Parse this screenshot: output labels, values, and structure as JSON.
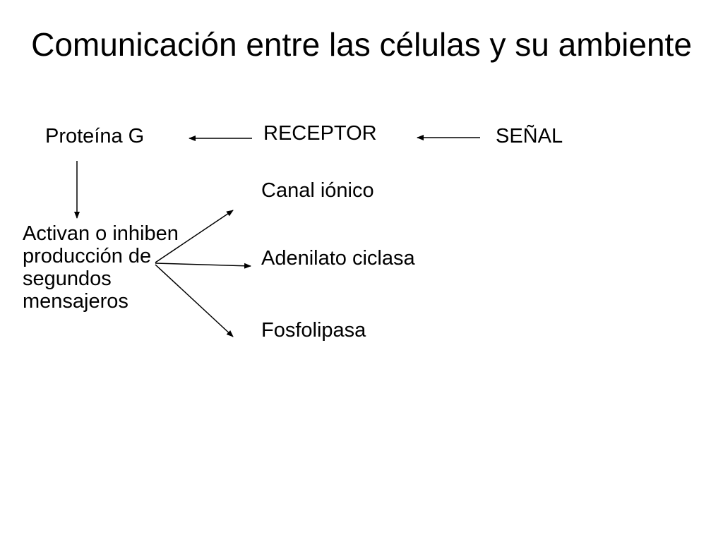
{
  "title": "Comunicación entre las células y su ambiente",
  "nodes": {
    "proteina_g": "Proteína G",
    "receptor": "RECEPTOR",
    "senal": "SEÑAL",
    "canal_ionico": "Canal iónico",
    "adenilato_ciclasa": "Adenilato ciclasa",
    "fosfolipasa": "Fosfolipasa",
    "activan": "Activan o inhiben producción de segundos mensajeros"
  },
  "edges": [
    {
      "from": "senal",
      "to": "receptor"
    },
    {
      "from": "receptor",
      "to": "proteina_g"
    },
    {
      "from": "proteina_g",
      "to": "activan"
    },
    {
      "from": "activan",
      "to": "canal_ionico"
    },
    {
      "from": "activan",
      "to": "adenilato_ciclasa"
    },
    {
      "from": "activan",
      "to": "fosfolipasa"
    }
  ],
  "colors": {
    "text": "#000000",
    "background": "#ffffff"
  }
}
